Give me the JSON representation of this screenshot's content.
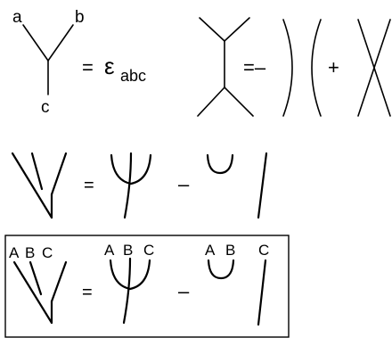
{
  "row1": {
    "vertex_labels": {
      "a": "a",
      "b": "b",
      "c": "c"
    },
    "equals": "=",
    "epsilon": "ε",
    "epsilon_subscript": "abc",
    "equals_minus": "=–",
    "plus": "+"
  },
  "row2": {
    "equals": "=",
    "minus": "–"
  },
  "row3": {
    "labels_left": {
      "A": "A",
      "B": "B",
      "C": "C"
    },
    "equals": "=",
    "labels_mid": {
      "A": "A",
      "B": "B",
      "C": "C"
    },
    "minus": "–",
    "labels_right": {
      "A": "A",
      "B": "B",
      "C": "C"
    }
  }
}
